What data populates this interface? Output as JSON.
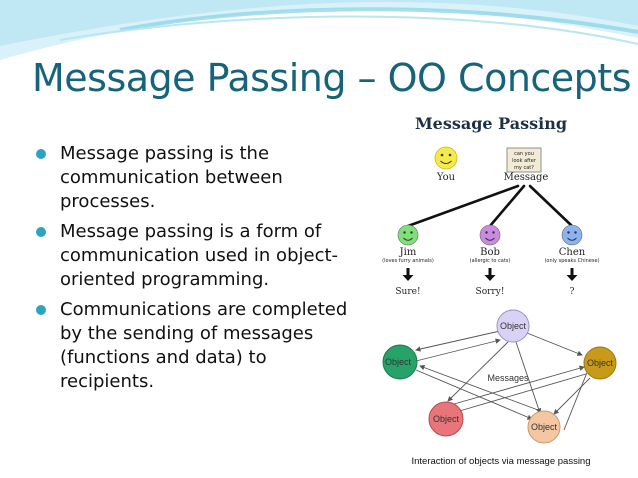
{
  "slide": {
    "title": "Message Passing – OO Concepts",
    "bullets": [
      "Message passing is the communication between processes.",
      "Message passing is a form of communication used in object-oriented programming.",
      "Communications are completed by the sending of messages (functions and data) to recipients."
    ]
  },
  "colors": {
    "title": "#17637a",
    "bullet": "#2ba4c4",
    "swoosh": "#8fd6e8"
  },
  "message_diagram": {
    "title": "Message Passing",
    "you": "You",
    "message_label": "Message",
    "message_note": [
      "can you",
      "look after",
      "my cat?"
    ],
    "recipients": [
      {
        "name": "Jim",
        "note": "(loves furry animals)",
        "response": "Sure!",
        "face_color": "#7fe07a"
      },
      {
        "name": "Bob",
        "note": "(allergic to cats)",
        "response": "Sorry!",
        "face_color": "#c98ae0"
      },
      {
        "name": "Chen",
        "note": "(only speaks Chinese)",
        "response": "?",
        "face_color": "#8cb3ef"
      }
    ]
  },
  "object_diagram": {
    "objects": [
      {
        "label": "Object",
        "color": "#d9d2f5"
      },
      {
        "label": "Object",
        "color": "#27a36a"
      },
      {
        "label": "Object",
        "color": "#c99a1a"
      },
      {
        "label": "Object",
        "color": "#e8757a"
      },
      {
        "label": "Object",
        "color": "#f3c7a1"
      }
    ],
    "center_label": "Messages",
    "caption": "Interaction of objects via message passing"
  }
}
